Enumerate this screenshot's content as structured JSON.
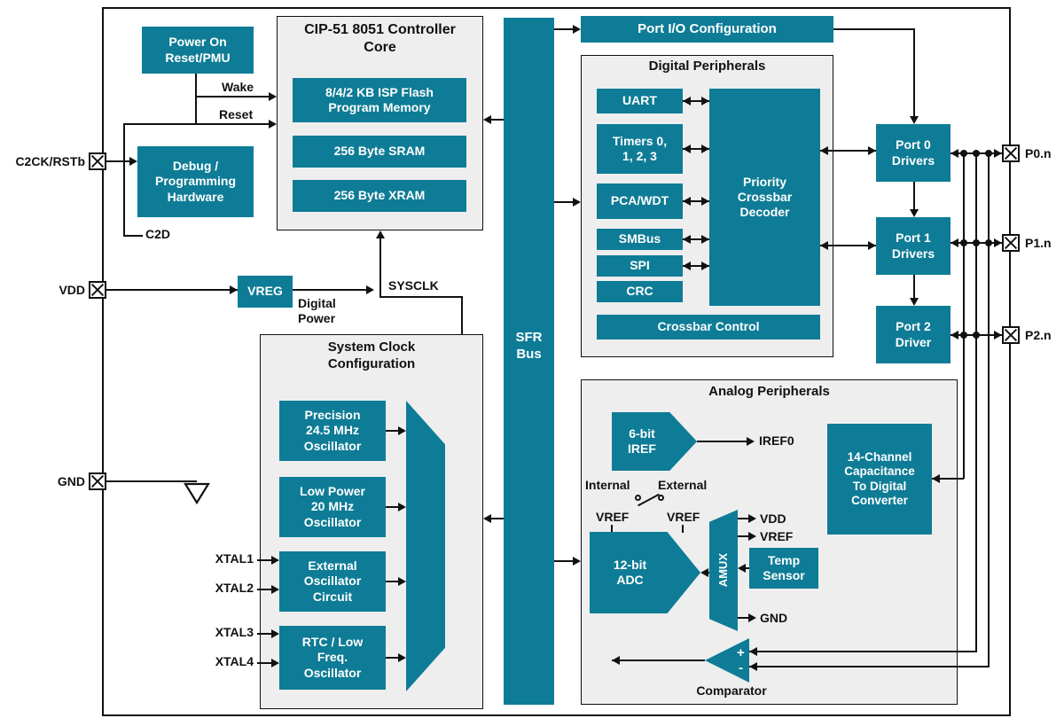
{
  "colors": {
    "teal": "#0e7c96",
    "panel_bg": "#eeeeee",
    "line": "#111111",
    "background": "#ffffff"
  },
  "left_pins": {
    "c2ck": "C2CK/RSTb",
    "vdd": "VDD",
    "gnd": "GND"
  },
  "right_pins": {
    "p0": "P0.n",
    "p1": "P1.n",
    "p2": "P2.n"
  },
  "top_left": {
    "por": "Power On\nReset/PMU",
    "debug": "Debug /\nProgramming\nHardware",
    "wake": "Wake",
    "reset": "Reset",
    "c2d": "C2D"
  },
  "core": {
    "title": "CIP-51 8051 Controller\nCore",
    "flash": "8/4/2 KB ISP Flash\nProgram Memory",
    "sram": "256 Byte SRAM",
    "xram": "256 Byte XRAM"
  },
  "power": {
    "vreg": "VREG",
    "digital_power": "Digital\nPower",
    "sysclk": "SYSCLK"
  },
  "clock": {
    "title": "System Clock\nConfiguration",
    "precision": "Precision\n24.5 MHz\nOscillator",
    "low_power": "Low Power\n20 MHz\nOscillator",
    "external": "External\nOscillator\nCircuit",
    "rtc": "RTC / Low\nFreq.\nOscillator",
    "xtal1": "XTAL1",
    "xtal2": "XTAL2",
    "xtal3": "XTAL3",
    "xtal4": "XTAL4"
  },
  "bus": {
    "label": "SFR\nBus"
  },
  "port_io": {
    "label": "Port I/O Configuration"
  },
  "digital": {
    "title": "Digital Peripherals",
    "uart": "UART",
    "timers": "Timers 0,\n1, 2, 3",
    "pca": "PCA/WDT",
    "smbus": "SMBus",
    "spi": "SPI",
    "crc": "CRC",
    "crossbar": "Priority\nCrossbar\nDecoder",
    "control": "Crossbar Control"
  },
  "ports": {
    "p0": "Port 0\nDrivers",
    "p1": "Port 1\nDrivers",
    "p2": "Port 2\nDriver"
  },
  "analog": {
    "title": "Analog Peripherals",
    "iref": "6-bit\nIREF",
    "iref0": "IREF0",
    "internal": "Internal",
    "external": "External",
    "vref_l": "VREF",
    "vref_r": "VREF",
    "adc": "12-bit\nADC",
    "amux": "AMUX",
    "vdd": "VDD",
    "vref": "VREF",
    "temp": "Temp\nSensor",
    "gnd": "GND",
    "cap": "14-Channel\nCapacitance\nTo Digital\nConverter",
    "comparator": "Comparator",
    "plus": "+",
    "minus": "-"
  }
}
